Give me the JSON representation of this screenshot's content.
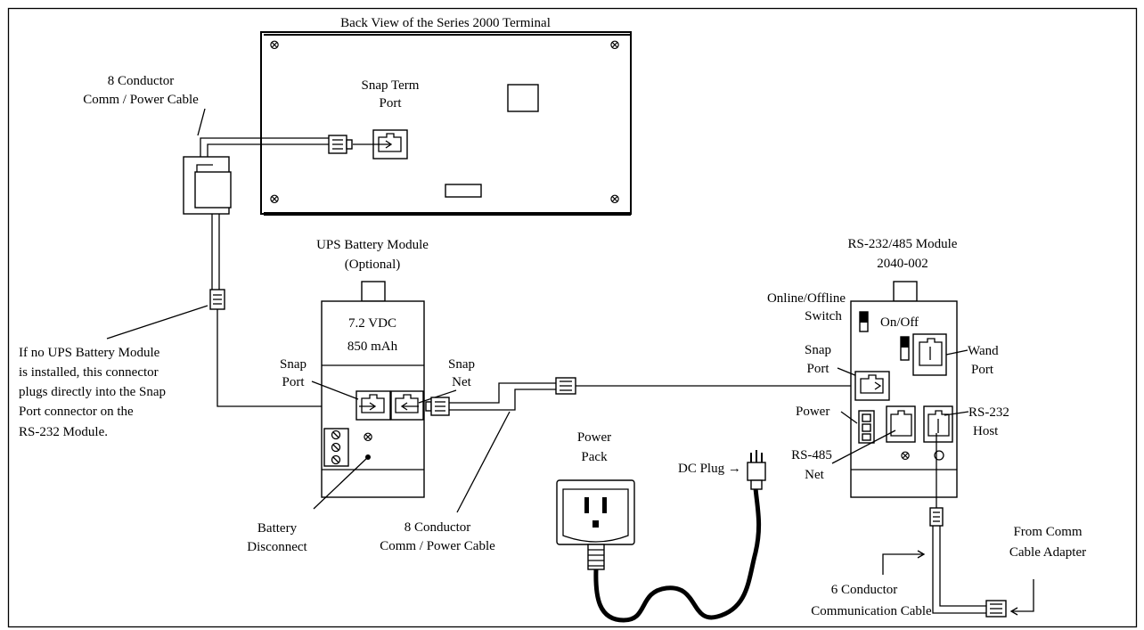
{
  "terminal": {
    "title": "Back View of the Series 2000 Terminal",
    "snap_term_port": [
      "Snap Term",
      "Port"
    ]
  },
  "cable_top": [
    "8 Conductor",
    "Comm / Power Cable"
  ],
  "ups": {
    "title": [
      "UPS Battery Module",
      "(Optional)"
    ],
    "spec": [
      "7.2 VDC",
      "850 mAh"
    ],
    "snap_port": [
      "Snap",
      "Port"
    ],
    "snap_net": [
      "Snap",
      "Net"
    ],
    "battery_disconnect": [
      "Battery",
      "Disconnect"
    ]
  },
  "note": [
    "If no UPS Battery Module",
    "is installed, this connector",
    "plugs directly into the Snap",
    "Port connector on the",
    "RS-232 Module."
  ],
  "cable_mid": [
    "8 Conductor",
    "Comm / Power Cable"
  ],
  "power_pack": [
    "Power",
    "Pack"
  ],
  "dc_plug": "DC Plug →",
  "rs_module": {
    "title": [
      "RS-232/485 Module",
      "2040-002"
    ],
    "online_switch": [
      "Online/Offline",
      "Switch"
    ],
    "on_off": "On/Off",
    "wand_port": [
      "Wand",
      "Port"
    ],
    "snap_port": [
      "Snap",
      "Port"
    ],
    "power": "Power",
    "rs232_host": [
      "RS-232",
      "Host"
    ],
    "rs485_net": [
      "RS-485",
      "Net"
    ]
  },
  "comm_adapter": [
    "From Comm",
    "Cable Adapter"
  ],
  "cable_bottom": [
    "6 Conductor",
    "Communication Cable"
  ],
  "symbols": {
    "screw": "⊗"
  }
}
